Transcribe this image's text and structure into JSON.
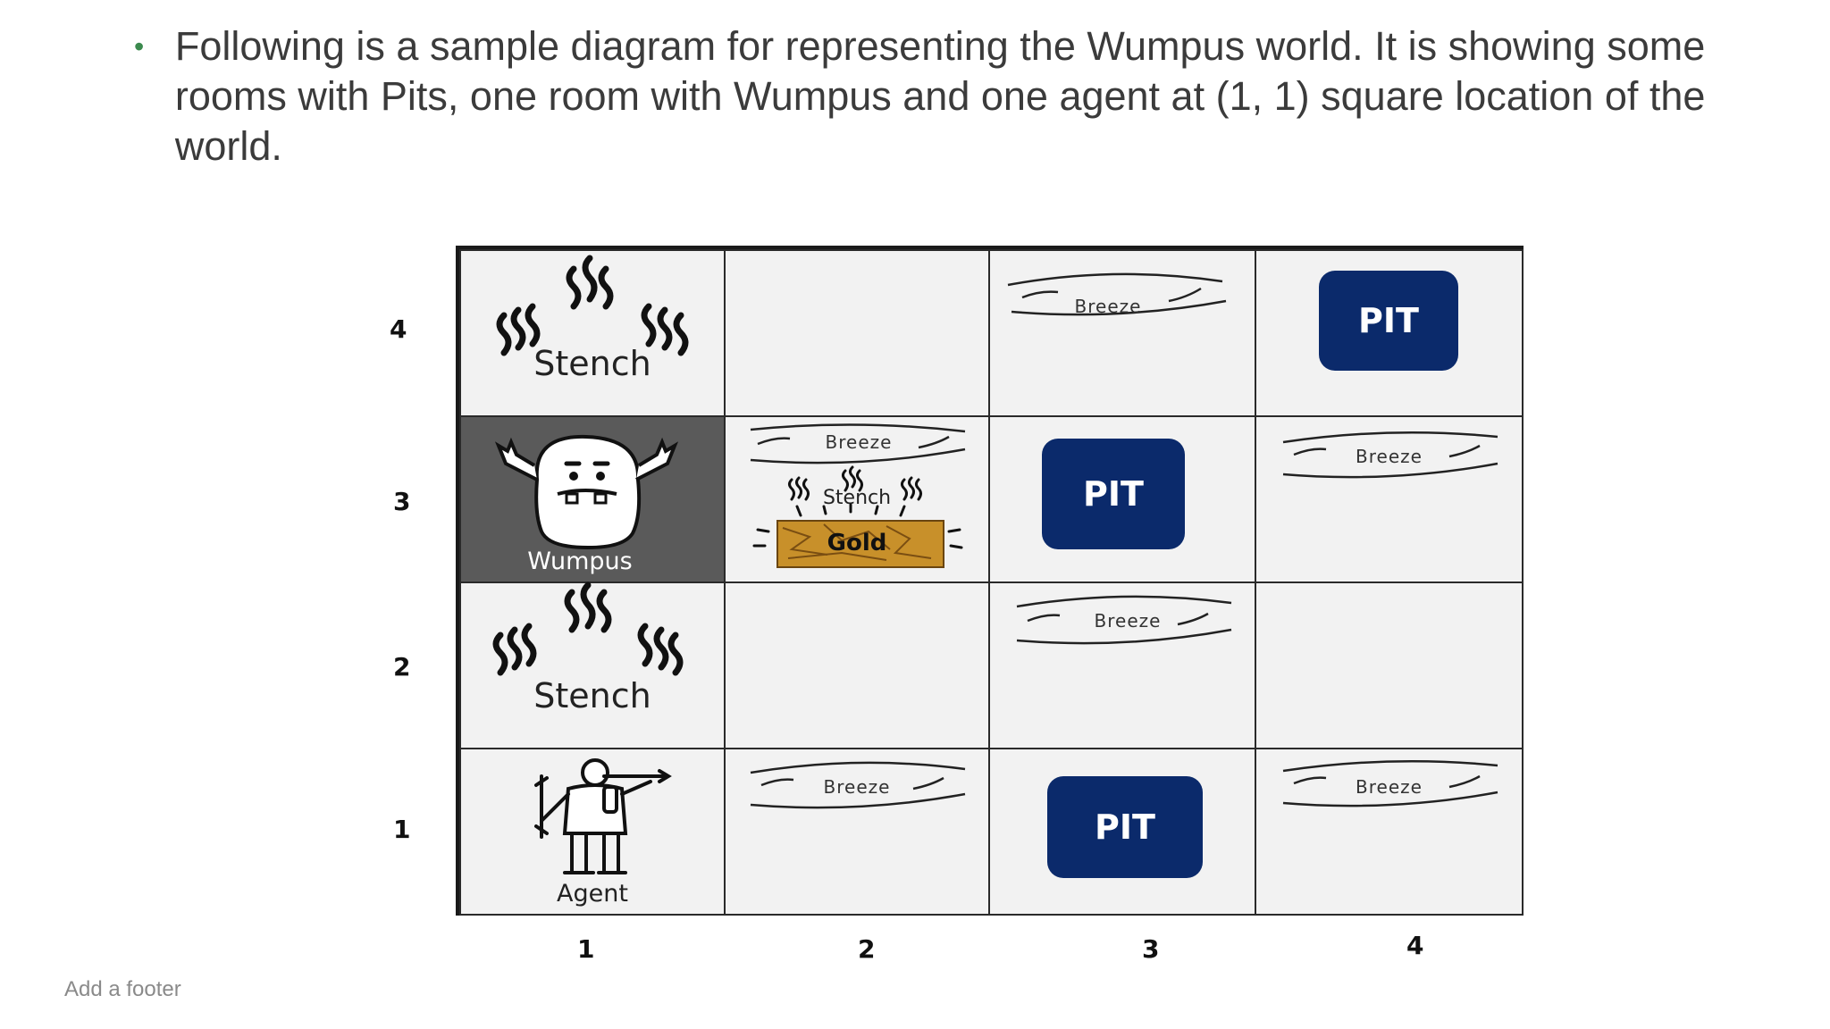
{
  "slide": {
    "bullet": "Following is a sample diagram for representing the Wumpus world. It is showing some rooms with Pits, one room with Wumpus and one agent at (1, 1) square location of the world.",
    "footer": "Add a footer"
  },
  "diagram": {
    "row_labels": [
      "4",
      "3",
      "2",
      "1"
    ],
    "col_labels": [
      "1",
      "2",
      "3",
      "4"
    ],
    "cells": {
      "r4c1": "Stench",
      "r4c3": "Breeze",
      "r4c4": "PIT",
      "r3c1": "Wumpus",
      "r3c2_breeze": "Breeze",
      "r3c2_stench": "Stench",
      "r3c2_gold": "Gold",
      "r3c3": "PIT",
      "r3c4": "Breeze",
      "r2c1": "Stench",
      "r2c3": "Breeze",
      "r1c1": "Agent",
      "r1c2": "Breeze",
      "r1c3": "PIT",
      "r1c4": "Breeze"
    },
    "colors": {
      "pit": "#0b2a6b",
      "wumpus_cell": "#5a5a5a",
      "gold": "#c8902a",
      "bullet": "#3b8a4e"
    }
  }
}
